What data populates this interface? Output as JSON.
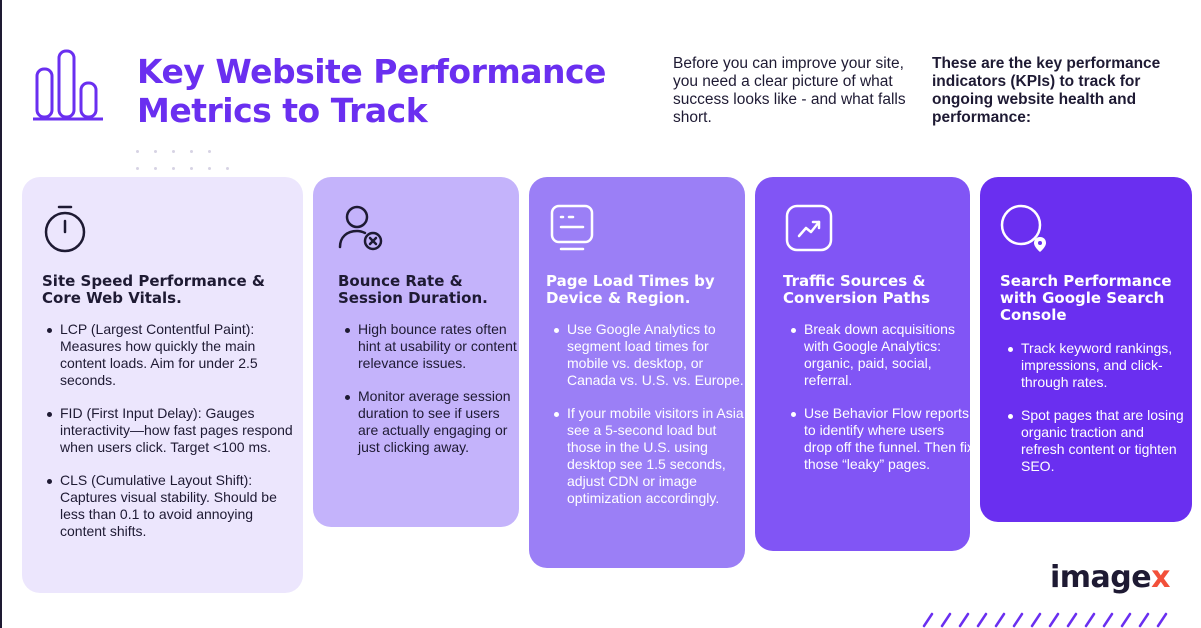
{
  "header": {
    "title": "Key Website Performance Metrics to Track",
    "intro": "Before you can improve your site, you need a clear picture of what success looks like - and what falls short.",
    "intro_bold": "These are the key performance indicators (KPIs) to track for ongoing website health and performance:"
  },
  "colors": {
    "accent": "#6a2ff0",
    "card1": "#ece6fd",
    "card2": "#c4b3fb",
    "card3": "#9b7ff6",
    "card4": "#8155f5",
    "card5": "#6a2ff0",
    "brand_x": "#f2503a"
  },
  "cards": [
    {
      "icon": "stopwatch-icon",
      "title": "Site Speed Performance & Core Web Vitals.",
      "bullets": [
        "LCP (Largest Contentful Paint): Measures how quickly the main content loads. Aim for under 2.5 seconds.",
        "FID (First Input Delay): Gauges interactivity—how fast pages respond when users click. Target <100 ms.",
        "CLS (Cumulative Layout Shift): Captures visual stability. Should be less than 0.1 to avoid annoying content shifts."
      ]
    },
    {
      "icon": "user-remove-icon",
      "title": "Bounce Rate & Session Duration.",
      "bullets": [
        "High bounce rates often hint at usability or content relevance issues.",
        "Monitor average session duration to see if users are actually engaging or just clicking away."
      ]
    },
    {
      "icon": "monitor-icon",
      "title": "Page Load Times by Device & Region.",
      "bullets": [
        "Use Google Analytics to segment load times for mobile vs. desktop, or Canada vs. U.S. vs. Europe.",
        "If your mobile visitors in Asia see a 5-second load but those in the U.S. using desktop see 1.5 seconds, adjust CDN or image optimization accordingly."
      ]
    },
    {
      "icon": "trend-up-icon",
      "title": "Traffic Sources & Conversion Paths",
      "bullets": [
        "Break down acquisitions with Google Analytics: organic, paid, social, referral.",
        "Use Behavior Flow reports to identify where users drop off the funnel. Then fix those “leaky” pages."
      ]
    },
    {
      "icon": "search-location-icon",
      "title": "Search Performance with Google Search Console",
      "bullets": [
        "Track keyword rankings, impressions, and click-through rates.",
        "Spot pages that are losing organic traction and refresh content or tighten SEO."
      ]
    }
  ],
  "brand": {
    "name": "image",
    "x": "x"
  }
}
